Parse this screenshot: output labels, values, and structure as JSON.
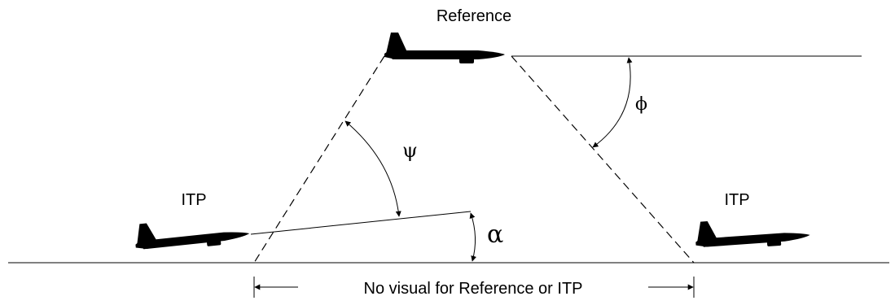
{
  "labels": {
    "reference": "Reference",
    "itp_left": "ITP",
    "itp_right": "ITP",
    "psi": "ψ",
    "phi": "ϕ",
    "alpha": "α",
    "no_visual": "No visual for Reference or ITP"
  },
  "colors": {
    "ink": "#000000",
    "background": "#ffffff"
  },
  "icons": {
    "aircraft": "airplane-silhouette-icon"
  }
}
